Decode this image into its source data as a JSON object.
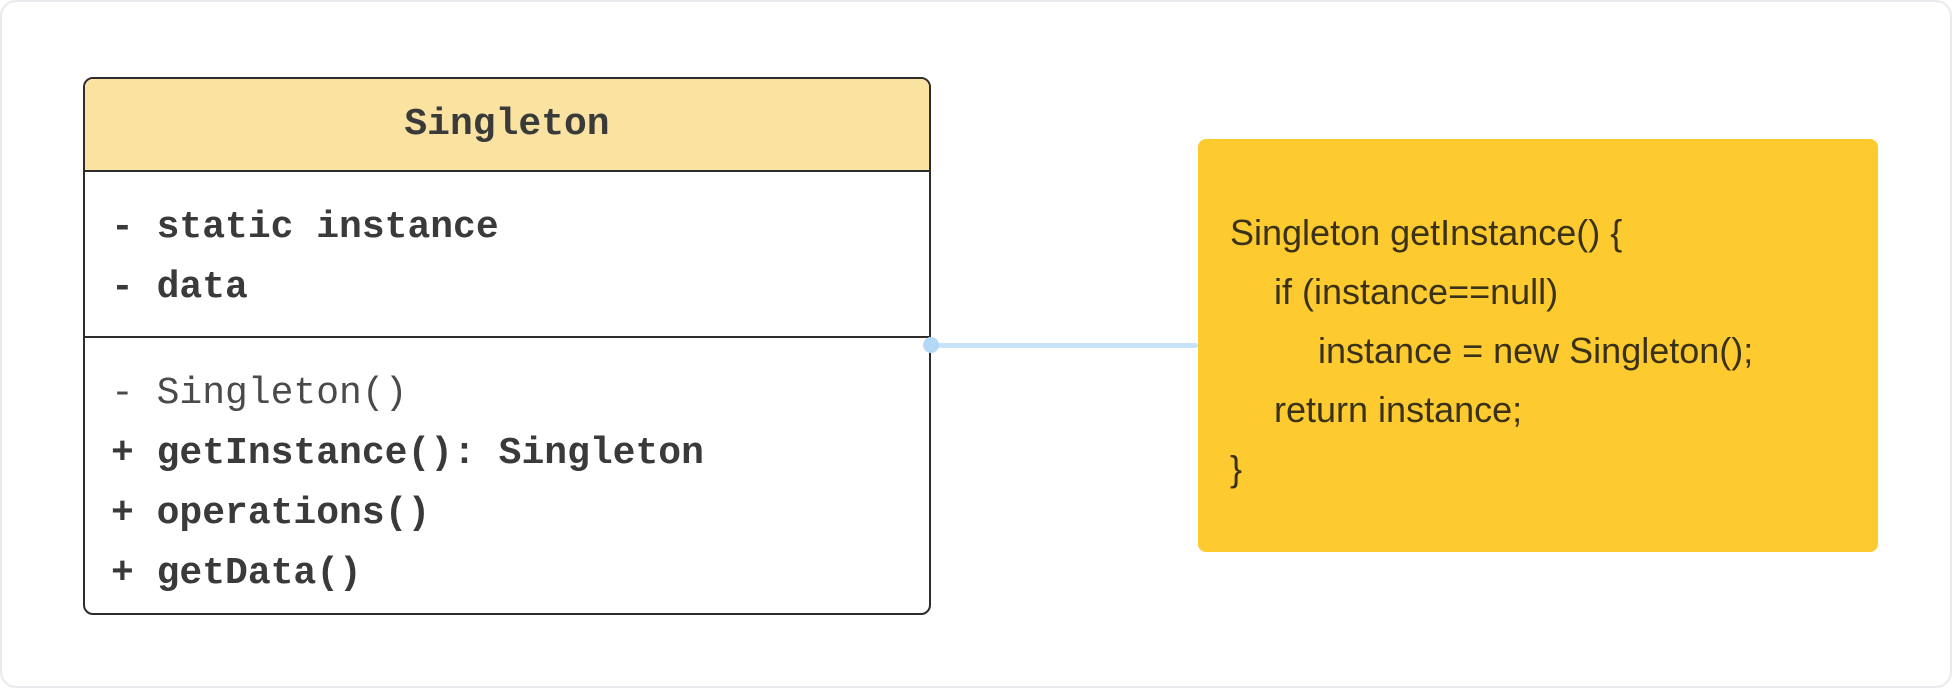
{
  "diagram": {
    "class_box": {
      "title": "Singleton",
      "attributes": [
        "- static instance",
        "- data"
      ],
      "methods": [
        "- Singleton()",
        "+ getInstance(): Singleton",
        "+ operations()",
        "+ getData()"
      ]
    },
    "note": {
      "lines": [
        "Singleton getInstance() {",
        "if (instance==null)",
        "instance = new Singleton();",
        "return instance;",
        "}"
      ]
    },
    "colors": {
      "header_fill": "#FAE3A1",
      "note_fill": "#FDCA2F",
      "connector": "#C7E3F9",
      "connector_dot": "#B3D9F7",
      "box_border": "#2D2D2D",
      "mono_text": "#3A3A3A",
      "note_text": "#3A3119"
    }
  }
}
